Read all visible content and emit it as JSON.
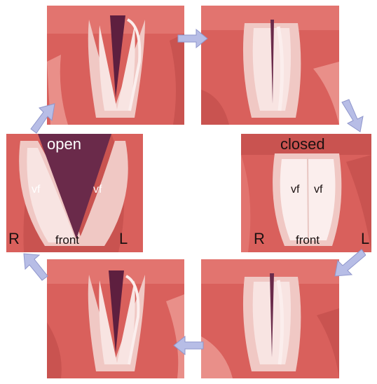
{
  "labels": {
    "open": "open",
    "closed": "closed",
    "vf": "vf",
    "front": "front",
    "right": "R",
    "left": "L"
  },
  "colors": {
    "tissue": "#d9605c",
    "tissue_light": "#e88a86",
    "fold": "#f2d2cf",
    "fold_highlight": "#fbeeed",
    "glottis": "#6a2a4a",
    "arrow": "#b7bde6"
  }
}
